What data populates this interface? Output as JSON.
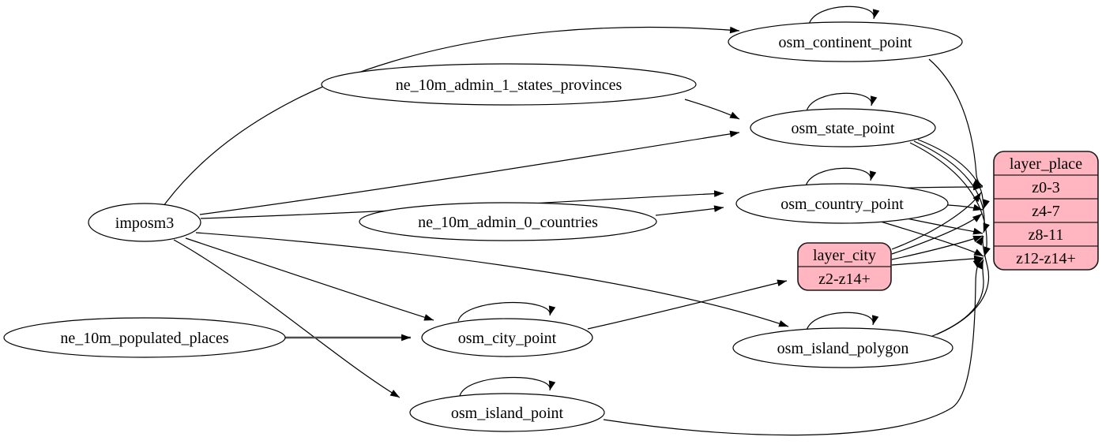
{
  "diagram": {
    "kind": "graphviz-dataflow",
    "colors": {
      "background": "#ffffff",
      "node_fill": "#ffffff",
      "record_fill": "#ffb6c1",
      "edge": "#000000"
    },
    "nodes": {
      "imposm3": {
        "label": "imposm3",
        "shape": "ellipse"
      },
      "ne_10m_admin_1_states_provinces": {
        "label": "ne_10m_admin_1_states_provinces",
        "shape": "ellipse"
      },
      "ne_10m_admin_0_countries": {
        "label": "ne_10m_admin_0_countries",
        "shape": "ellipse"
      },
      "ne_10m_populated_places": {
        "label": "ne_10m_populated_places",
        "shape": "ellipse"
      },
      "osm_continent_point": {
        "label": "osm_continent_point",
        "shape": "ellipse",
        "self_loop": true
      },
      "osm_state_point": {
        "label": "osm_state_point",
        "shape": "ellipse",
        "self_loop": true
      },
      "osm_country_point": {
        "label": "osm_country_point",
        "shape": "ellipse",
        "self_loop": true
      },
      "osm_city_point": {
        "label": "osm_city_point",
        "shape": "ellipse",
        "self_loop": true
      },
      "osm_island_polygon": {
        "label": "osm_island_polygon",
        "shape": "ellipse",
        "self_loop": true
      },
      "osm_island_point": {
        "label": "osm_island_point",
        "shape": "ellipse",
        "self_loop": true
      }
    },
    "records": {
      "layer_city": {
        "title": "layer_city",
        "rows": [
          "z2-z14+"
        ]
      },
      "layer_place": {
        "title": "layer_place",
        "rows": [
          "z0-3",
          "z4-7",
          "z8-11",
          "z12-z14+"
        ]
      }
    },
    "edges": [
      {
        "from": "imposm3",
        "to": "osm_continent_point"
      },
      {
        "from": "imposm3",
        "to": "osm_state_point"
      },
      {
        "from": "imposm3",
        "to": "osm_country_point"
      },
      {
        "from": "imposm3",
        "to": "osm_city_point"
      },
      {
        "from": "imposm3",
        "to": "osm_island_polygon"
      },
      {
        "from": "imposm3",
        "to": "osm_island_point"
      },
      {
        "from": "ne_10m_admin_1_states_provinces",
        "to": "osm_state_point"
      },
      {
        "from": "ne_10m_admin_0_countries",
        "to": "osm_country_point"
      },
      {
        "from": "ne_10m_populated_places",
        "to": "osm_city_point"
      },
      {
        "from": "osm_continent_point",
        "to": "osm_continent_point"
      },
      {
        "from": "osm_state_point",
        "to": "osm_state_point"
      },
      {
        "from": "osm_country_point",
        "to": "osm_country_point"
      },
      {
        "from": "osm_city_point",
        "to": "osm_city_point"
      },
      {
        "from": "osm_island_polygon",
        "to": "osm_island_polygon"
      },
      {
        "from": "osm_island_point",
        "to": "osm_island_point"
      },
      {
        "from": "osm_continent_point",
        "to": "layer_place:z0-3"
      },
      {
        "from": "osm_country_point",
        "to": "layer_place:z0-3"
      },
      {
        "from": "osm_country_point",
        "to": "layer_place:z4-7"
      },
      {
        "from": "osm_country_point",
        "to": "layer_place:z8-11"
      },
      {
        "from": "osm_country_point",
        "to": "layer_place:z12-z14+"
      },
      {
        "from": "osm_state_point",
        "to": "layer_place:z4-7"
      },
      {
        "from": "osm_state_point",
        "to": "layer_place:z8-11"
      },
      {
        "from": "osm_state_point",
        "to": "layer_place:z12-z14+"
      },
      {
        "from": "osm_city_point",
        "to": "layer_city:z2-z14+"
      },
      {
        "from": "osm_city_point",
        "to": "layer_place:z0-3"
      },
      {
        "from": "osm_city_point",
        "to": "layer_place:z4-7"
      },
      {
        "from": "osm_city_point",
        "to": "layer_place:z8-11"
      },
      {
        "from": "osm_city_point",
        "to": "layer_place:z12-z14+"
      },
      {
        "from": "osm_island_polygon",
        "to": "layer_place:z8-11"
      },
      {
        "from": "osm_island_polygon",
        "to": "layer_place:z12-z14+"
      },
      {
        "from": "osm_island_point",
        "to": "layer_place:z12-z14+"
      }
    ]
  }
}
